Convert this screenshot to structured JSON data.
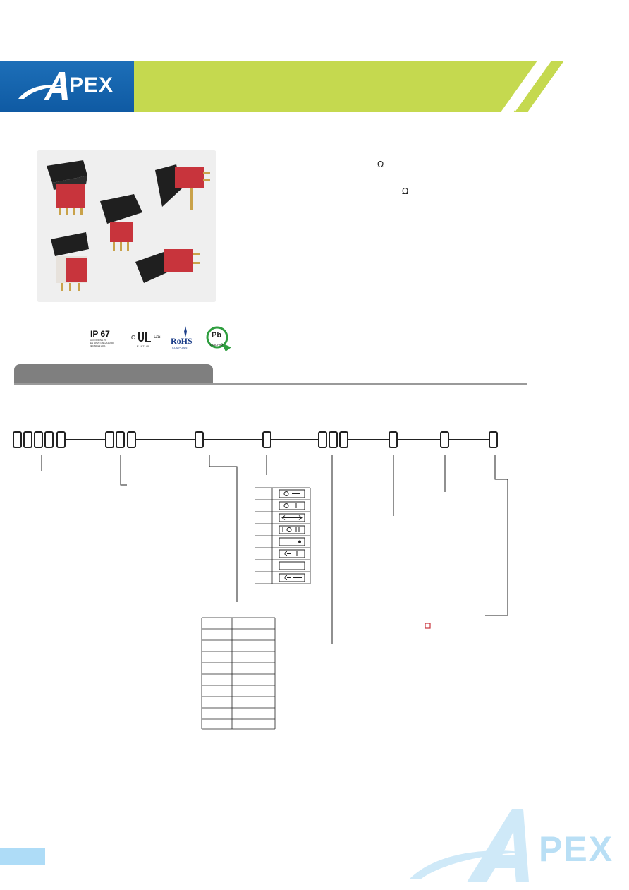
{
  "brand": {
    "logo_text": "PEX",
    "logo_initial": "A",
    "colors": {
      "blue": "#0f5aa3",
      "green": "#c5d94f",
      "watermark": "#b9dff5"
    }
  },
  "specs": {
    "ohm_symbol_1": "Ω",
    "ohm_symbol_2": "Ω"
  },
  "certifications": {
    "ip": {
      "title": "IP 67",
      "sub_lines": [
        "ACCORDING TO",
        "EN 60529:1991+A1:2000",
        "IEC 60529:2001"
      ]
    },
    "ul": {
      "c": "C",
      "us": "US",
      "file": "E 197140"
    },
    "rohs": {
      "label": "RoHS",
      "sub": "COMPLIANT"
    },
    "pb": {
      "label": "Pb",
      "sub": "Lead-Free"
    }
  },
  "icons": {
    "logo": "apex-logo-icon",
    "stripes": "header-stripes-icon",
    "ip": "ip67-badge-icon",
    "ul": "ul-mark-icon",
    "rohs": "rohs-badge-icon",
    "pb": "lead-free-badge-icon",
    "note_marker": "red-square-marker-icon",
    "actuator_symbols": [
      "circle-dash-symbol-icon",
      "circle-bar-symbol-icon",
      "double-arrow-symbol-icon",
      "bar-circle-double-bar-symbol-icon",
      "dot-symbol-icon",
      "half-circle-bar-symbol-icon",
      "blank-symbol-icon",
      "half-circle-dash-symbol-icon"
    ]
  }
}
